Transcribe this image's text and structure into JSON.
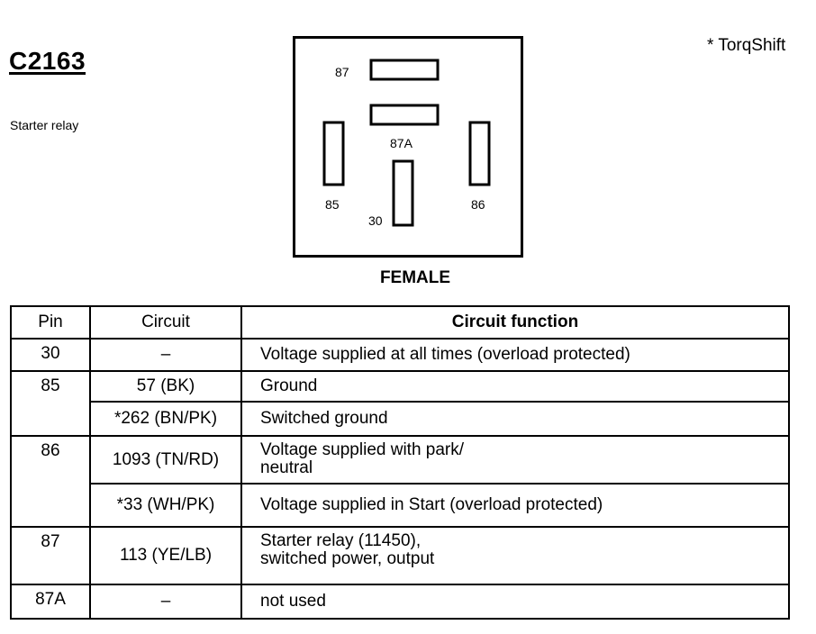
{
  "connector": {
    "id": "C2163",
    "description": "Starter relay",
    "note": "*  TorqShift",
    "gender": "FEMALE",
    "terminals": [
      "87",
      "87A",
      "85",
      "30",
      "86"
    ]
  },
  "table": {
    "headers": [
      "Pin",
      "Circuit",
      "Circuit function"
    ],
    "rows": [
      {
        "pin": "30",
        "circuits": [
          {
            "circuit": "–",
            "function": "Voltage supplied at all times (overload protected)"
          }
        ]
      },
      {
        "pin": "85",
        "circuits": [
          {
            "circuit": "57 (BK)",
            "function": "Ground"
          },
          {
            "circuit": "*262 (BN/PK)",
            "function": "Switched ground"
          }
        ]
      },
      {
        "pin": "86",
        "circuits": [
          {
            "circuit": "1093 (TN/RD)",
            "function": [
              "Voltage supplied with park/",
              "neutral"
            ]
          },
          {
            "circuit": "*33 (WH/PK)",
            "function": "Voltage supplied in Start (overload protected)"
          }
        ]
      },
      {
        "pin": "87",
        "circuits": [
          {
            "circuit": "113 (YE/LB)",
            "function": [
              "Starter relay (11450),",
              "switched power, output"
            ]
          }
        ]
      },
      {
        "pin": "87A",
        "circuits": [
          {
            "circuit": "–",
            "function": "not used"
          }
        ]
      }
    ]
  }
}
